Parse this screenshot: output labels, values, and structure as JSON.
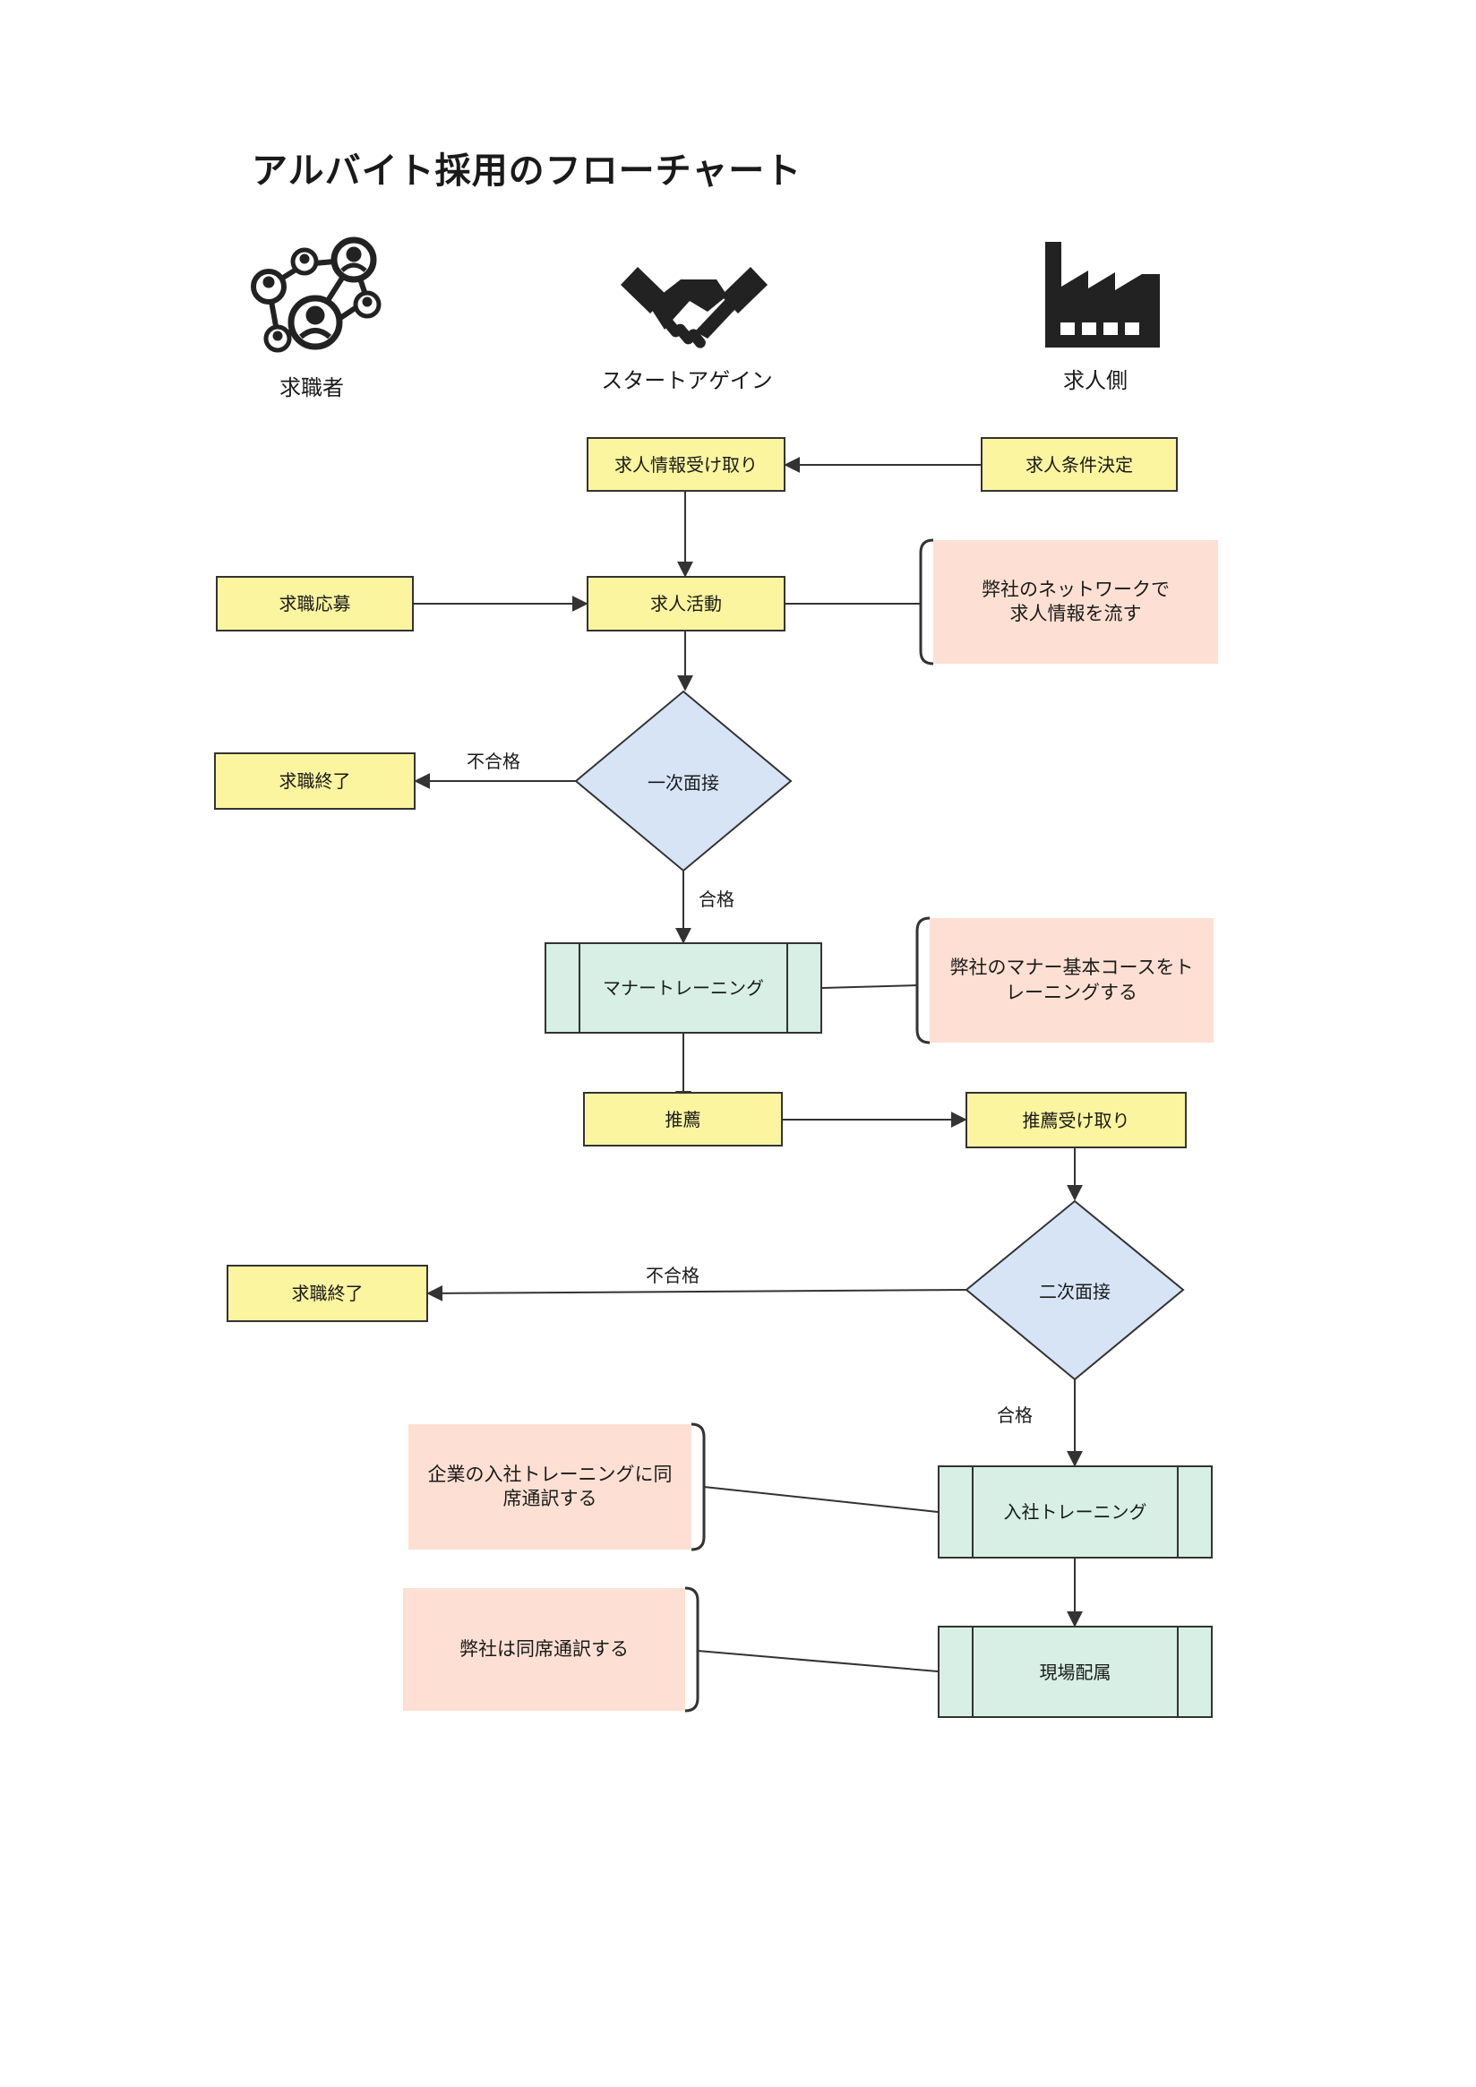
{
  "title": "アルバイト採用のフローチャート",
  "colors": {
    "process": "#fbf59f",
    "decision": "#d6e4f6",
    "subprocess": "#d7efe5",
    "note": "#fde0d3",
    "stroke": "#333333"
  },
  "roles": [
    {
      "label": "求職者",
      "icon": "network-people-icon"
    },
    {
      "label": "スタートアゲイン",
      "icon": "handshake-icon"
    },
    {
      "label": "求人側",
      "icon": "factory-icon"
    }
  ],
  "nodes": {
    "job_info_receive": "求人情報受け取り",
    "job_condition": "求人条件決定",
    "apply": "求職応募",
    "recruit_activity": "求人活動",
    "note_network": "弊社のネットワークで\n求人情報を流す",
    "first_interview": "一次面接",
    "end_1": "求職終了",
    "manner_training": "マナートレーニング",
    "note_manner": "弊社のマナー基本コースをト\nレーニングする",
    "recommend": "推薦",
    "recommend_receive": "推薦受け取り",
    "second_interview": "二次面接",
    "end_2": "求職終了",
    "onboarding": "入社トレーニング",
    "note_onboarding": "企業の入社トレーニングに同\n席通訳する",
    "placement": "現場配属",
    "note_placement": "弊社は同席通訳する"
  },
  "edge_labels": {
    "fail_1": "不合格",
    "pass_1": "合格",
    "fail_2": "不合格",
    "pass_2": "合格"
  }
}
